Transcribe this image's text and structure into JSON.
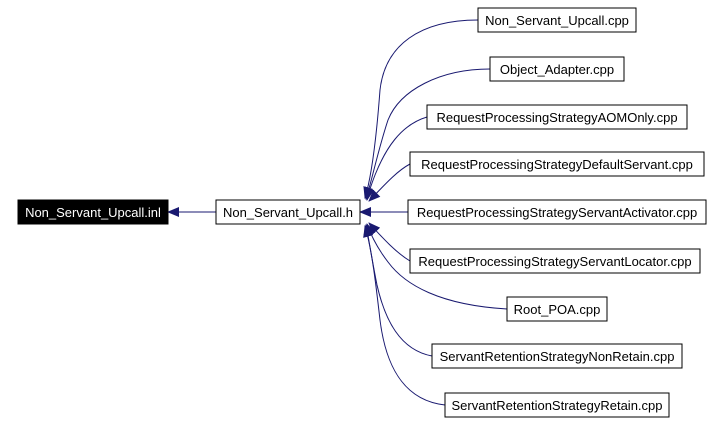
{
  "colors": {
    "background": "#ffffff",
    "node_border": "#000000",
    "root_fill": "#000000",
    "root_text": "#ffffff",
    "node_fill": "#ffffff",
    "node_text": "#000000",
    "edge": "#191970"
  },
  "root": {
    "label": "Non_Servant_Upcall.inl"
  },
  "header": {
    "label": "Non_Servant_Upcall.h"
  },
  "includers": [
    {
      "label": "Non_Servant_Upcall.cpp"
    },
    {
      "label": "Object_Adapter.cpp"
    },
    {
      "label": "RequestProcessingStrategyAOMOnly.cpp"
    },
    {
      "label": "RequestProcessingStrategyDefaultServant.cpp"
    },
    {
      "label": "RequestProcessingStrategyServantActivator.cpp"
    },
    {
      "label": "RequestProcessingStrategyServantLocator.cpp"
    },
    {
      "label": "Root_POA.cpp"
    },
    {
      "label": "ServantRetentionStrategyNonRetain.cpp"
    },
    {
      "label": "ServantRetentionStrategyRetain.cpp"
    }
  ]
}
